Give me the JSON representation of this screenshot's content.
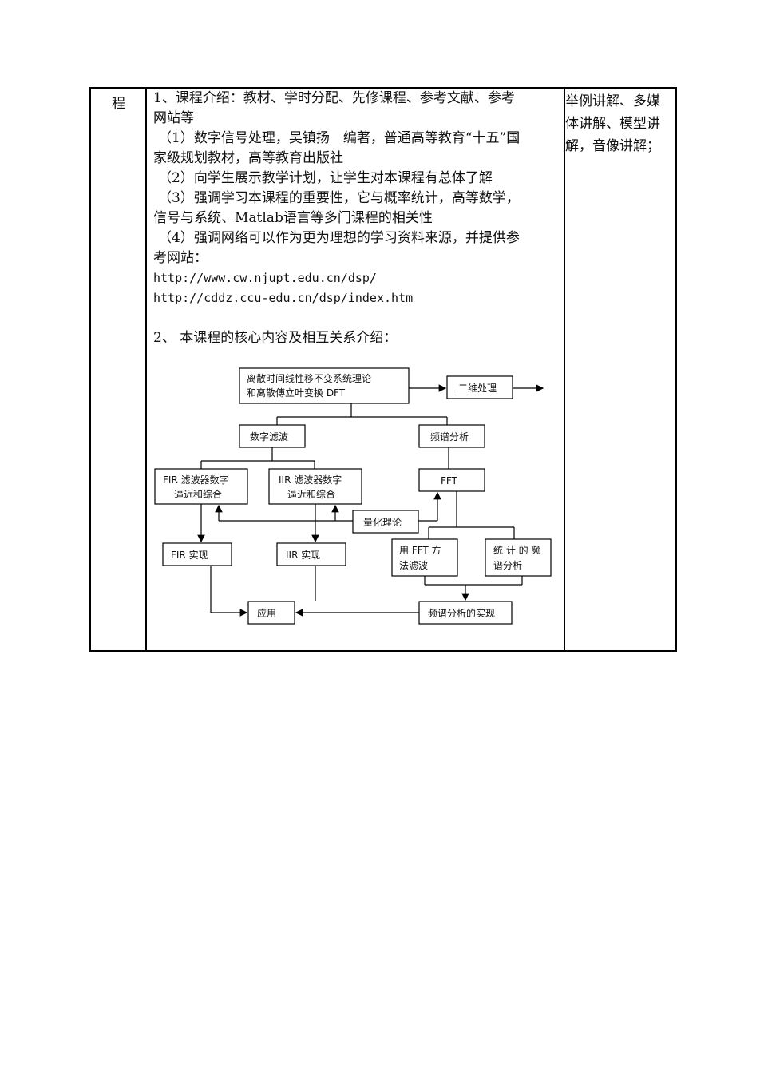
{
  "row_label": "程",
  "content": {
    "heading1": [
      "1、课程介绍：教材、学时分配、先修课程、参考文献、参考",
      "网站等"
    ],
    "item1": [
      "（1）数字信号处理，吴镇扬　编著，普通高等教育“十五”国",
      "家级规划教材，高等教育出版社"
    ],
    "item2": [
      "（2）向学生展示教学计划，让学生对本课程有总体了解"
    ],
    "item3": [
      "（3）强调学习本课程的重要性，它与概率统计，高等数学，",
      "信号与系统、Matlab语言等多门课程的相关性"
    ],
    "item4": [
      "（4）强调网络可以作为更为理想的学习资料来源，并提供参",
      "考网站："
    ],
    "urls": [
      "http://www.cw.njupt.edu.cn/dsp/",
      "http://cddz.ccu-edu.cn/dsp/index.htm"
    ],
    "heading2": "2、 本课程的核心内容及相互关系介绍："
  },
  "diagram": {
    "theory": [
      "离散时间线性移不变系统理论",
      "和离散傅立叶变换 DFT"
    ],
    "two_d": "二维处理",
    "digital_filter": "数字滤波",
    "spectrum_analysis": "频谱分析",
    "fir_design": [
      "FIR 滤波器数字",
      "逼近和综合"
    ],
    "iir_design": [
      "IIR 滤波器数字",
      "逼近和综合"
    ],
    "fft": "FFT",
    "quantization": "量化理论",
    "fir_impl": "FIR 实现",
    "iir_impl": "IIR 实现",
    "fft_filter": [
      "用 FFT 方",
      "法滤波"
    ],
    "stat_spectrum": [
      "统 计 的 频",
      "谱分析"
    ],
    "application": "应用",
    "spectrum_impl": "频谱分析的实现"
  },
  "methods": [
    "举例讲解、多媒",
    "体讲解、模型讲",
    "解，音像讲解；"
  ]
}
